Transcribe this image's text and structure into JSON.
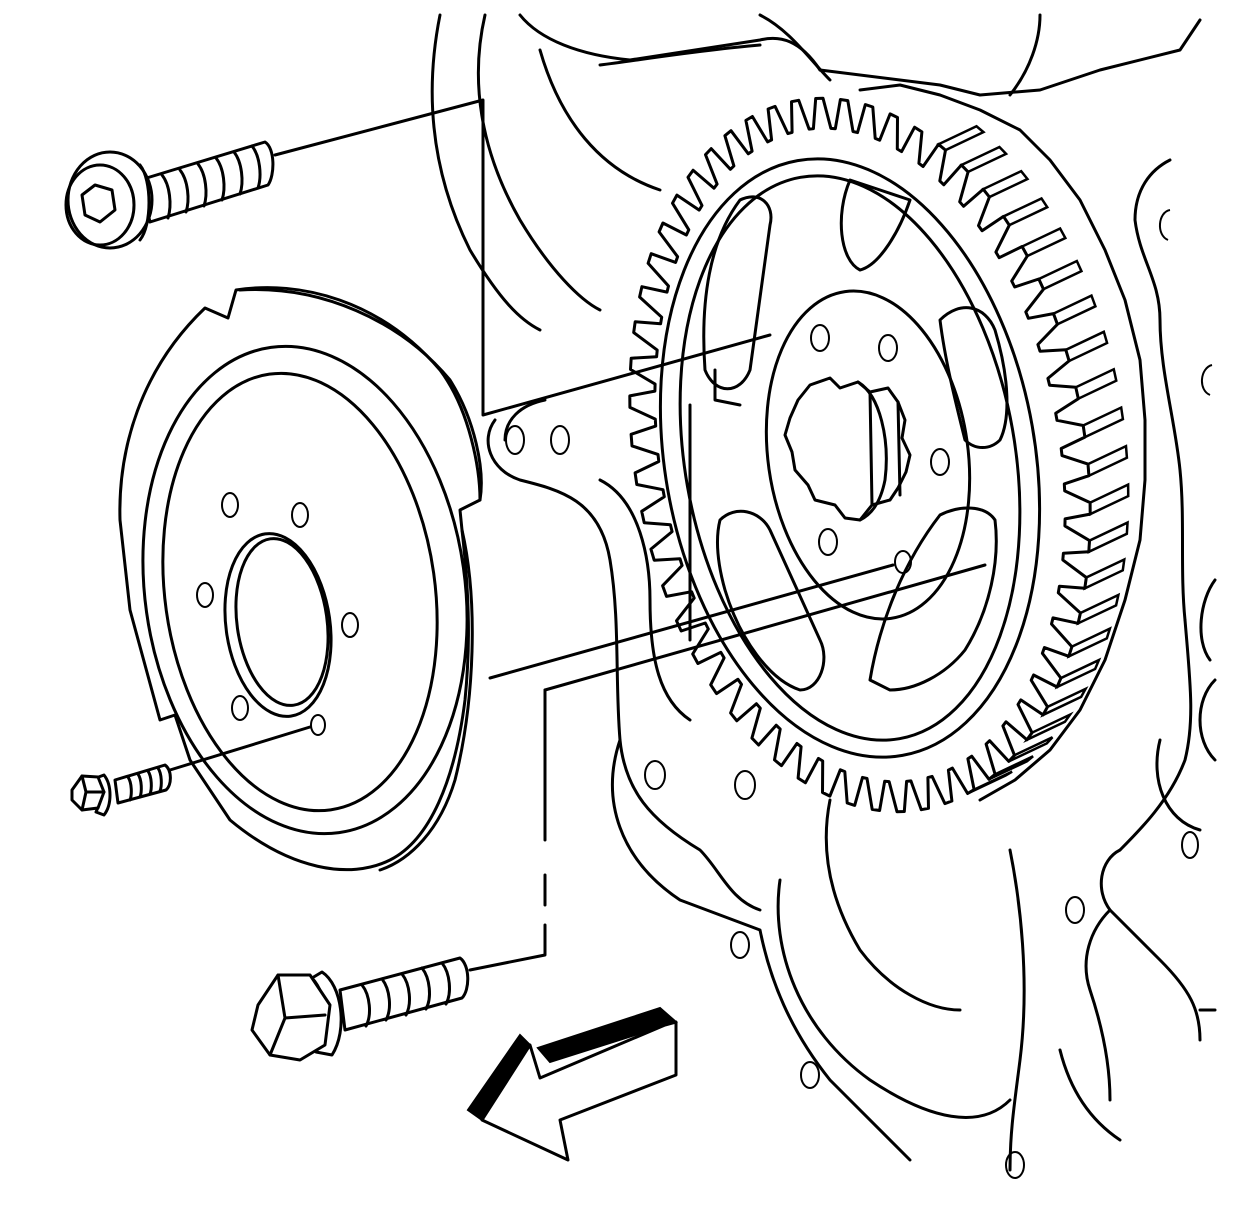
{
  "figure": {
    "line_color": "#000000",
    "background": "#ffffff",
    "parts": [
      "engine-block-housing",
      "gear",
      "gear-hub",
      "cover-plate",
      "socket-head-bolt",
      "small-flange-bolt",
      "hex-flange-bolt",
      "direction-arrow"
    ],
    "arrow_direction": "down-left"
  }
}
